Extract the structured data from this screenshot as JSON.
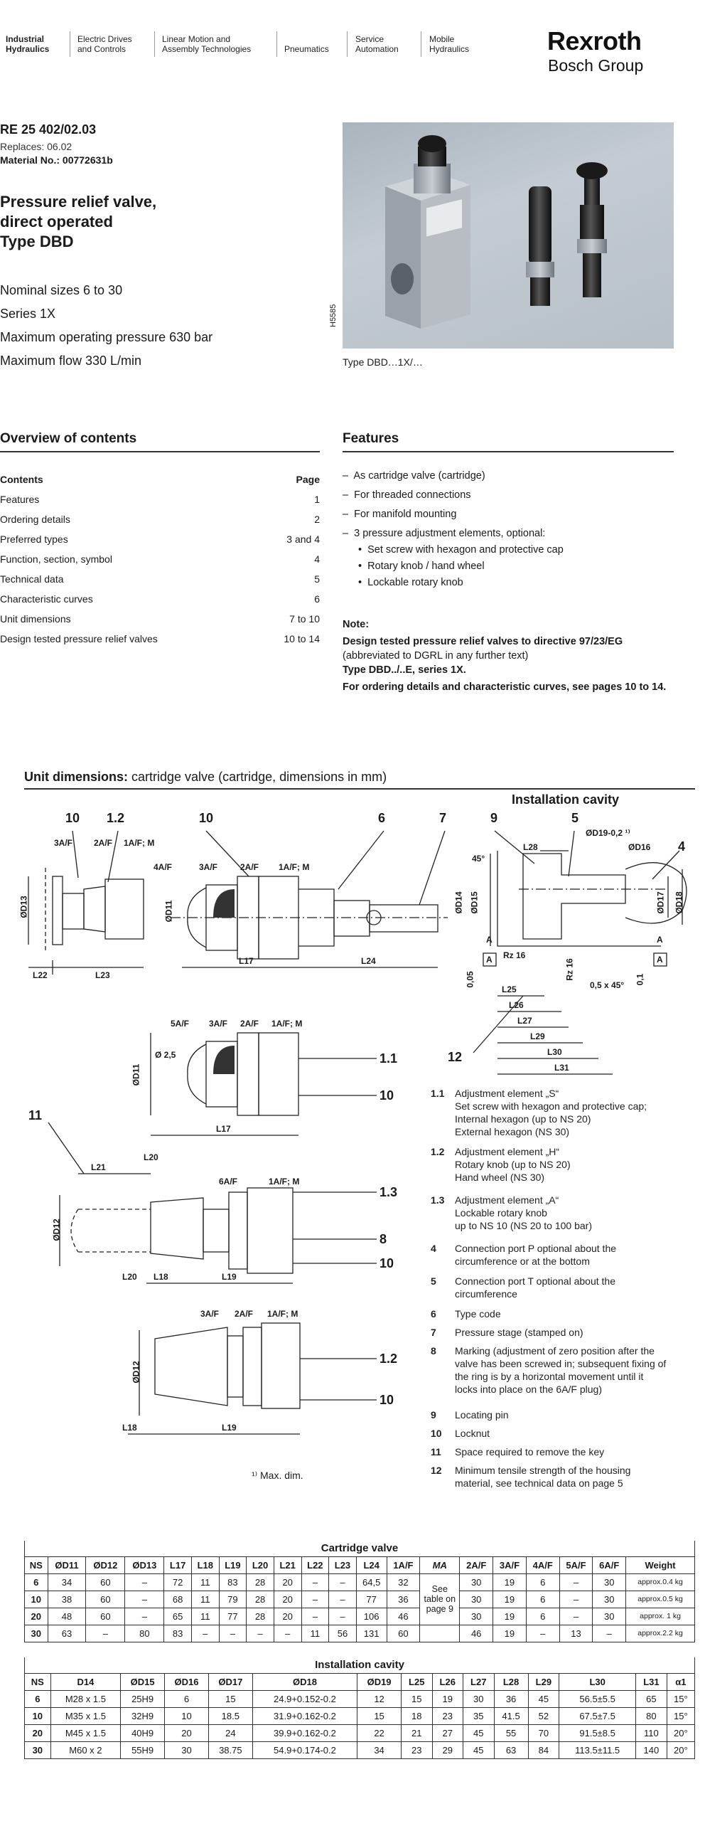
{
  "header": {
    "nav": [
      "Industrial\nHydraulics",
      "Electric Drives\nand Controls",
      "Linear Motion and\nAssembly Technologies",
      "Pneumatics",
      "Service\nAutomation",
      "Mobile\nHydraulics"
    ],
    "brand": "Rexroth",
    "brand_sub": "Bosch Group"
  },
  "doc": {
    "re": "RE 25 402/02.03",
    "replaces": "Replaces: 06.02",
    "material": "Material No.: 00772631b",
    "title": [
      "Pressure relief valve,",
      "direct operated",
      "Type DBD"
    ],
    "specs": [
      "Nominal sizes 6 to 30",
      "Series 1X",
      "Maximum operating pressure 630 bar",
      "Maximum flow 330 L/min"
    ],
    "photo_code": "H5585",
    "photo_caption": "Type DBD…1X/…"
  },
  "overview": {
    "heading": "Overview of contents",
    "contents": "Contents",
    "page": "Page",
    "rows": [
      [
        "Features",
        "1"
      ],
      [
        "Ordering details",
        "2"
      ],
      [
        "Preferred types",
        "3 and 4"
      ],
      [
        "Function, section, symbol",
        "4"
      ],
      [
        "Technical data",
        "5"
      ],
      [
        "Characteristic curves",
        "6"
      ],
      [
        "Unit dimensions",
        "7 to 10"
      ],
      [
        "Design tested pressure relief valves",
        "10 to 14"
      ]
    ]
  },
  "features": {
    "heading": "Features",
    "items": [
      "As cartridge valve (cartridge)",
      "For threaded connections",
      "For manifold mounting",
      "3 pressure adjustment elements, optional:"
    ],
    "sub": [
      "Set screw with hexagon and protective cap",
      "Rotary knob / hand wheel",
      "Lockable rotary knob"
    ],
    "note_label": "Note:",
    "note1": "Design tested pressure relief valves to directive 97/23/EG",
    "note2": "(abbreviated to DGRL in any further text)",
    "note3": "Type DBD../..E, series 1X.",
    "note4": "For ordering details and characteristic curves, see pages 10 to 14."
  },
  "unit": {
    "heading_bold": "Unit dimensions:",
    "heading_rest": " cartridge valve (cartridge, dimensions in mm)",
    "cavity": "Installation cavity",
    "footnote": "¹⁾ Max. dim.",
    "callouts": [
      "10",
      "1.2",
      "10",
      "6",
      "7",
      "9",
      "5",
      "4",
      "1.1",
      "10",
      "11",
      "1.3",
      "8",
      "10",
      "1.2",
      "10",
      "12"
    ],
    "dims": [
      "3A/F",
      "2A/F",
      "1A/F; M",
      "4A/F",
      "3A/F",
      "2A/F",
      "1A/F; M",
      "ØD13",
      "ØD11",
      "L22",
      "L23",
      "L17",
      "L24",
      "5A/F",
      "3A/F",
      "2A/F",
      "1A/F; M",
      "Ø 2,5",
      "ØD11",
      "L17",
      "L21",
      "L20",
      "6A/F",
      "1A/F; M",
      "ØD12",
      "L20",
      "L18",
      "L19",
      "3A/F",
      "2A/F",
      "1A/F; M",
      "ØD12",
      "L18",
      "L19",
      "L28",
      "ØD19-0,2 ¹⁾",
      "ØD16",
      "45°",
      "ØD14",
      "ØD15",
      "ØD17",
      "ØD18",
      "Rz 16",
      "Rz 16",
      "L25",
      "L26",
      "L27",
      "L29",
      "L30",
      "L31",
      "0,5 x 45°",
      "0,05",
      "A",
      "0,1",
      "A",
      "A",
      "A"
    ]
  },
  "legend": [
    [
      "1.1",
      "Adjustment element „S“\nSet screw with hexagon and protective cap;\nInternal hexagon (up to NS 20)\nExternal hexagon (NS 30)"
    ],
    [
      "1.2",
      "Adjustment element „H“\nRotary knob (up to NS 20)\nHand wheel (NS 30)"
    ],
    [
      "1.3",
      "Adjustment element „A“\nLockable rotary knob\nup to NS 10 (NS 20 to 100 bar)"
    ],
    [
      "4",
      "Connection port P optional about the\ncircumference or at the bottom"
    ],
    [
      "5",
      "Connection port T optional about the\ncircumference"
    ],
    [
      "6",
      "Type code"
    ],
    [
      "7",
      "Pressure stage (stamped on)"
    ],
    [
      "8",
      "Marking (adjustment of zero position after the\nvalve has been screwed in; subsequent fixing of\nthe ring is by a horizontal movement until it\nlocks into place on the 6A/F plug)"
    ],
    [
      "9",
      "Locating pin"
    ],
    [
      "10",
      "Locknut"
    ],
    [
      "11",
      "Space required to remove the key"
    ],
    [
      "12",
      "Minimum tensile strength of the housing\nmaterial, see technical data on page 5"
    ]
  ],
  "table1": {
    "caption": "Cartridge valve",
    "headers": [
      "NS",
      "ØD11",
      "ØD12",
      "ØD13",
      "L17",
      "L18",
      "L19",
      "L20",
      "L21",
      "L22",
      "L23",
      "L24",
      "1A/F",
      "MA",
      "2A/F",
      "3A/F",
      "4A/F",
      "5A/F",
      "6A/F",
      "Weight"
    ],
    "ma_note": "See table on page 9",
    "rows": [
      [
        "6",
        "34",
        "60",
        "–",
        "72",
        "11",
        "83",
        "28",
        "20",
        "–",
        "–",
        "64,5",
        "32",
        "30",
        "19",
        "6",
        "–",
        "30",
        "approx.0.4 kg"
      ],
      [
        "10",
        "38",
        "60",
        "–",
        "68",
        "11",
        "79",
        "28",
        "20",
        "–",
        "–",
        "77",
        "36",
        "30",
        "19",
        "6",
        "–",
        "30",
        "approx.0.5 kg"
      ],
      [
        "20",
        "48",
        "60",
        "–",
        "65",
        "11",
        "77",
        "28",
        "20",
        "–",
        "–",
        "106",
        "46",
        "30",
        "19",
        "6",
        "–",
        "30",
        "approx. 1 kg"
      ],
      [
        "30",
        "63",
        "–",
        "80",
        "83",
        "–",
        "–",
        "–",
        "–",
        "11",
        "56",
        "131",
        "60",
        "46",
        "19",
        "–",
        "13",
        "–",
        "approx.2.2 kg"
      ]
    ]
  },
  "table2": {
    "caption": "Installation cavity",
    "headers": [
      "NS",
      "D14",
      "ØD15",
      "ØD16",
      "ØD17",
      "ØD18",
      "ØD19",
      "L25",
      "L26",
      "L27",
      "L28",
      "L29",
      "L30",
      "L31",
      "α1"
    ],
    "rows": [
      [
        "6",
        "M28 x 1.5",
        "25H9",
        "6",
        "15",
        "24.9+0.152-0.2",
        "12",
        "15",
        "19",
        "30",
        "36",
        "45",
        "56.5±5.5",
        "65",
        "15°"
      ],
      [
        "10",
        "M35 x 1.5",
        "32H9",
        "10",
        "18.5",
        "31.9+0.162-0.2",
        "15",
        "18",
        "23",
        "35",
        "41.5",
        "52",
        "67.5±7.5",
        "80",
        "15°"
      ],
      [
        "20",
        "M45 x 1.5",
        "40H9",
        "20",
        "24",
        "39.9+0.162-0.2",
        "22",
        "21",
        "27",
        "45",
        "55",
        "70",
        "91.5±8.5",
        "110",
        "20°"
      ],
      [
        "30",
        "M60 x 2",
        "55H9",
        "30",
        "38.75",
        "54.9+0.174-0.2",
        "34",
        "23",
        "29",
        "45",
        "63",
        "84",
        "113.5±11.5",
        "140",
        "20°"
      ]
    ]
  }
}
